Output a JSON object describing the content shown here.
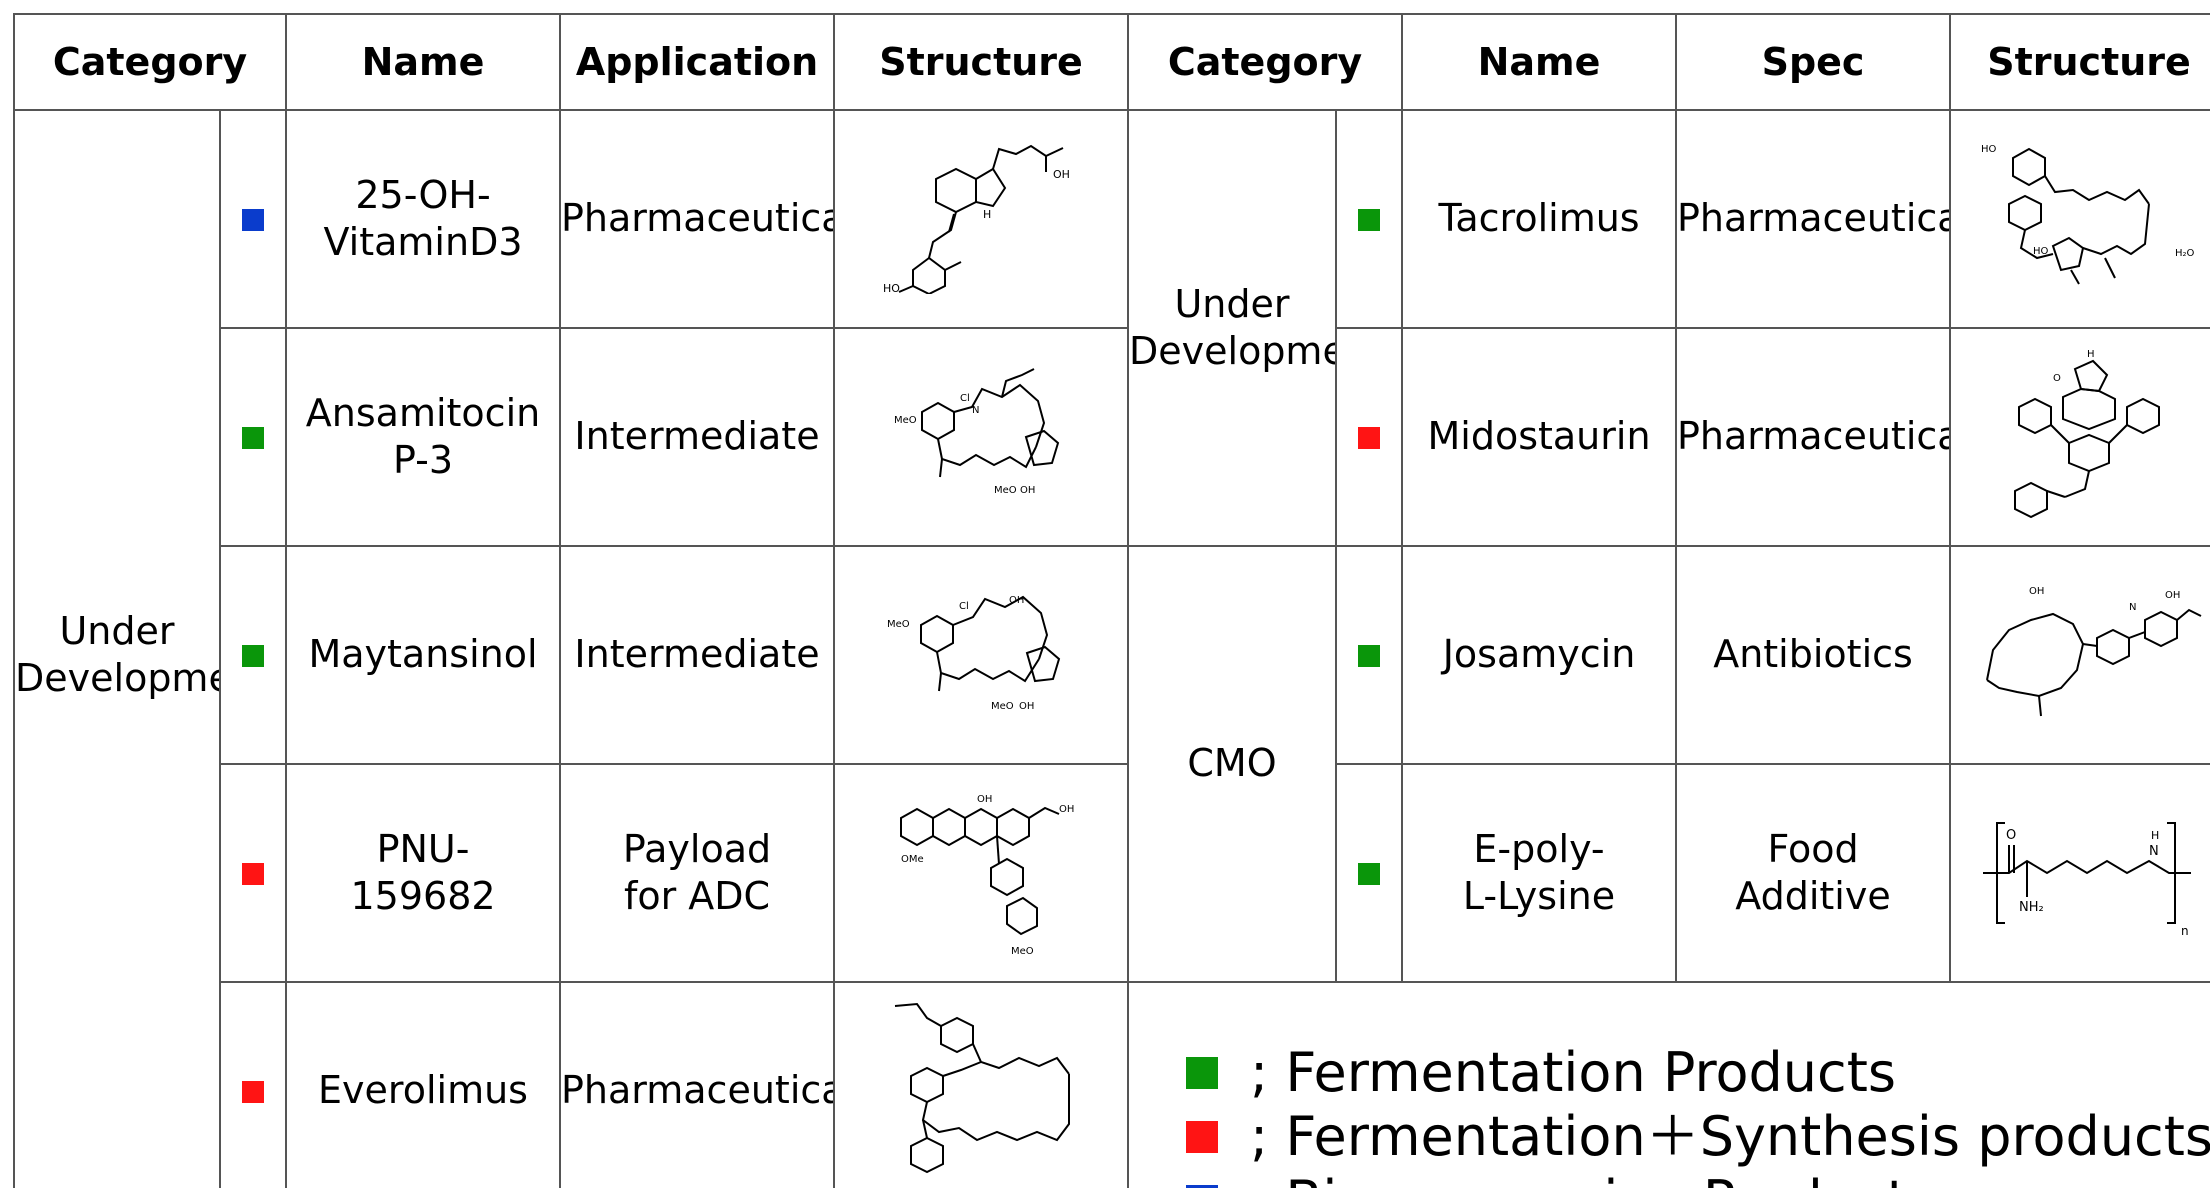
{
  "colors": {
    "fermentation": "#0a960a",
    "fermentation_synthesis": "#ff1414",
    "bioconversion": "#0a3ccc",
    "border": "#555555"
  },
  "left_table": {
    "headers": {
      "category": "Category",
      "name": "Name",
      "application": "Application",
      "structure": "Structure"
    },
    "category": "Under\nDevelopment",
    "rows": [
      {
        "marker": "bioconversion",
        "name": "25-OH-\nVitaminD3",
        "application": "Pharmaceutical",
        "structure_icon": "vitamin-d3-structure-icon"
      },
      {
        "marker": "fermentation",
        "name": "Ansamitocin\nP-3",
        "application": "Intermediate",
        "structure_icon": "ansamitocin-structure-icon"
      },
      {
        "marker": "fermentation",
        "name": "Maytansinol",
        "application": "Intermediate",
        "structure_icon": "maytansinol-structure-icon"
      },
      {
        "marker": "fermentation_synthesis",
        "name": "PNU-\n159682",
        "application": "Payload\nfor ADC",
        "structure_icon": "pnu-structure-icon"
      },
      {
        "marker": "fermentation_synthesis",
        "name": "Everolimus",
        "application": "Pharmaceutical",
        "structure_icon": "everolimus-structure-icon"
      }
    ]
  },
  "right_table": {
    "headers": {
      "category": "Category",
      "name": "Name",
      "spec": "Spec",
      "structure": "Structure"
    },
    "groups": [
      {
        "category": "Under\nDevelopment"
      },
      {
        "category": "CMO"
      }
    ],
    "rows": [
      {
        "marker": "fermentation",
        "name": "Tacrolimus",
        "spec": "Pharmaceutical",
        "structure_icon": "tacrolimus-structure-icon"
      },
      {
        "marker": "fermentation_synthesis",
        "name": "Midostaurin",
        "spec": "Pharmaceutical",
        "structure_icon": "midostaurin-structure-icon"
      },
      {
        "marker": "fermentation",
        "name": "Josamycin",
        "spec": "Antibiotics",
        "structure_icon": "josamycin-structure-icon"
      },
      {
        "marker": "fermentation",
        "name": "E-poly-\nL-Lysine",
        "spec": "Food\nAdditive",
        "structure_icon": "polylysine-structure-icon"
      }
    ]
  },
  "legend": [
    {
      "marker": "fermentation",
      "label": "; Fermentation Products"
    },
    {
      "marker": "fermentation_synthesis",
      "label": "; Fermentation＋Synthesis products"
    },
    {
      "marker": "bioconversion",
      "label": "; Bio-conversion Products"
    }
  ],
  "structure_labels": {
    "oh": "OH",
    "ho": "HO",
    "meo": "MeO",
    "ome": "OMe",
    "cl": "Cl",
    "n": "N",
    "nh2": "NH₂",
    "h2o": "H₂O",
    "o": "O",
    "h": "H",
    "n_sub": "n"
  }
}
